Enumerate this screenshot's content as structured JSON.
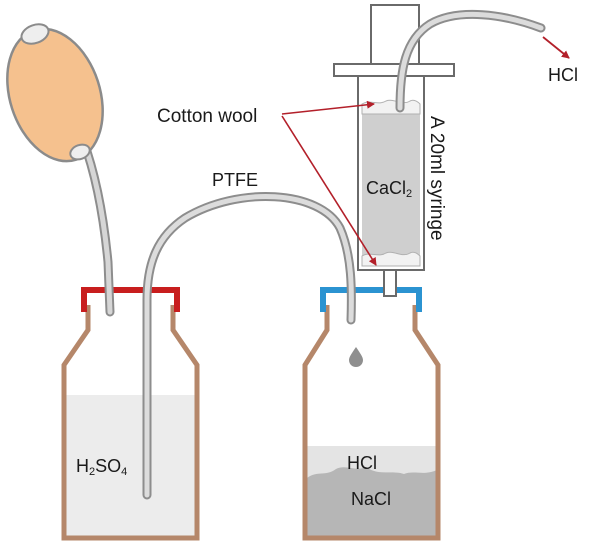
{
  "labels": {
    "cotton_wool": "Cotton wool",
    "ptfe": "PTFE",
    "hcl_gas": "HCl",
    "syringe": "A 20ml syringe",
    "cacl2": {
      "main": "CaCl",
      "sub": "2"
    },
    "h2so4": {
      "a": "H",
      "a_sub": "2",
      "b": "SO",
      "b_sub": "4"
    },
    "hcl_liquid": "HCl",
    "nacl": "NaCl"
  },
  "colors": {
    "bulb": "#f5c18e",
    "tube": "#a9a9a9",
    "left_cap": "#c81e1e",
    "right_cap": "#2b93d1",
    "bottle_wall": "#b5876a",
    "arrow": "#b3202a",
    "liquid": "#e8e8e8",
    "salt": "#b6b6b6",
    "syringe_fill": "#cfcfcf"
  }
}
